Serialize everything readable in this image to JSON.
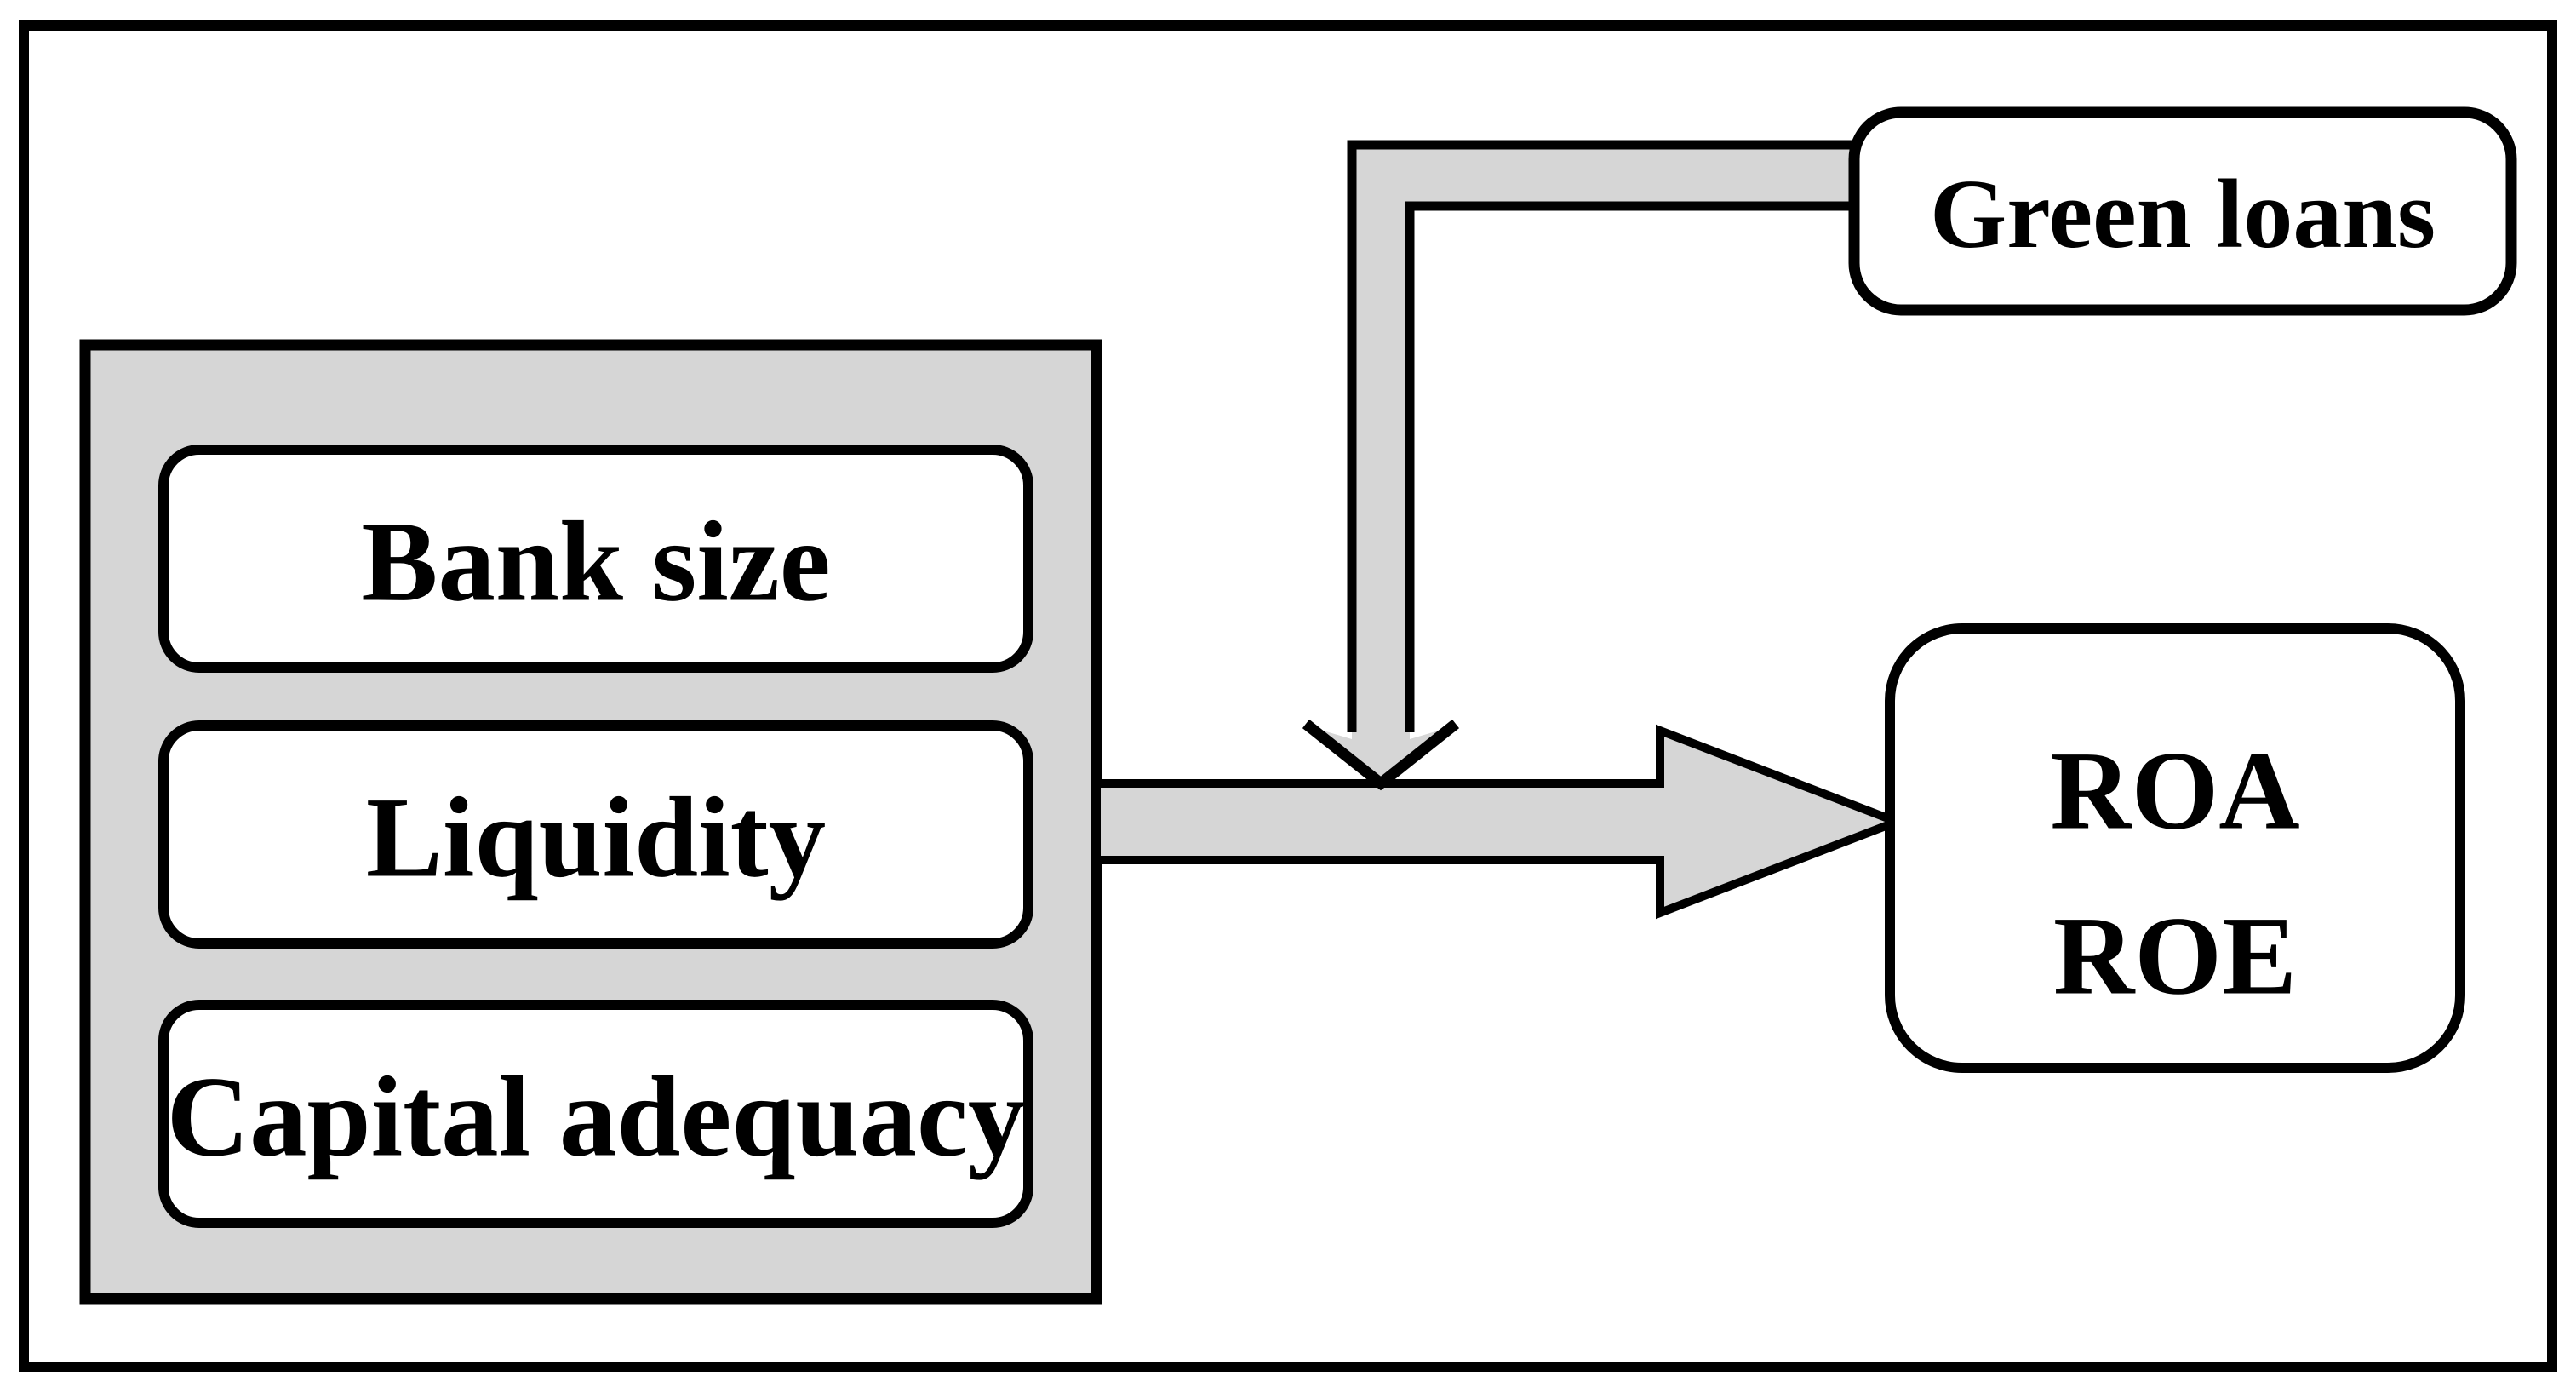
{
  "figure": {
    "description": "Conceptual model diagram: bank factors and green loans affecting profitability",
    "colors": {
      "background": "#ffffff",
      "stroke": "#000000",
      "gray_fill": "#d6d6d6",
      "box_fill": "#ffffff"
    },
    "predictors_panel": {
      "boxes": [
        {
          "label": "Bank size"
        },
        {
          "label": "Liquidity"
        },
        {
          "label": "Capital adequacy"
        }
      ]
    },
    "moderator_box": {
      "label": "Green loans"
    },
    "outcome_box": {
      "line1": "ROA",
      "line2": "ROE"
    },
    "arrows": {
      "main_effect": "predictors-to-outcome",
      "moderation": "green-loans-to-main-arrow"
    }
  }
}
